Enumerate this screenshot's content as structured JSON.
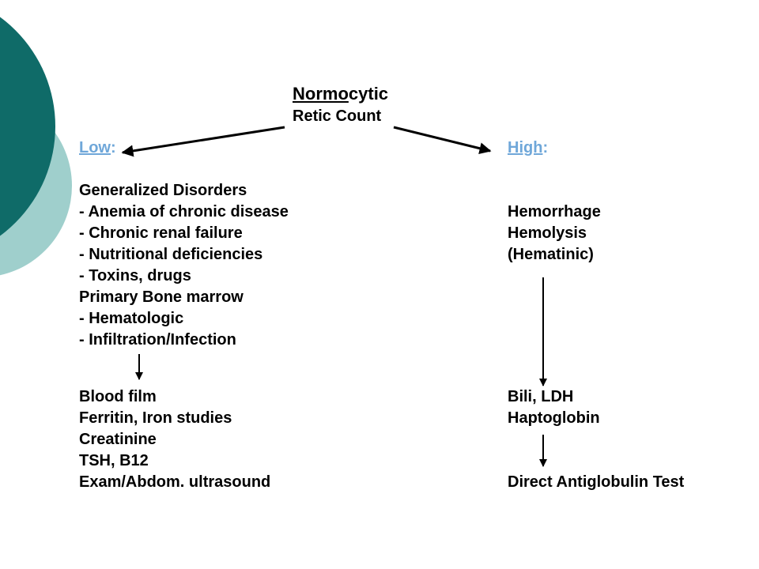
{
  "header": {
    "title_underlined": "Normo",
    "title_rest": "cytic",
    "subtitle": "Retic Count"
  },
  "left": {
    "label": "Low",
    "colon": ":",
    "items": [
      "Generalized Disorders",
      "- Anemia of chronic disease",
      "- Chronic renal failure",
      "- Nutritional deficiencies",
      "- Toxins, drugs",
      "Primary Bone marrow",
      "- Hematologic",
      "- Infiltration/Infection"
    ],
    "tests": [
      "Blood film",
      "Ferritin, Iron studies",
      "Creatinine",
      "TSH, B12",
      "Exam/Abdom. ultrasound"
    ]
  },
  "right": {
    "label": "High",
    "colon": ":",
    "items": [
      "Hemorrhage",
      "Hemolysis",
      "(Hematinic)"
    ],
    "tests": [
      "Bili, LDH",
      "Haptoglobin"
    ],
    "final_test": "Direct Antiglobulin Test"
  },
  "colors": {
    "dark_teal": "#0f6b68",
    "light_teal": "#9fcfcc",
    "link": "#6fa7d9"
  }
}
